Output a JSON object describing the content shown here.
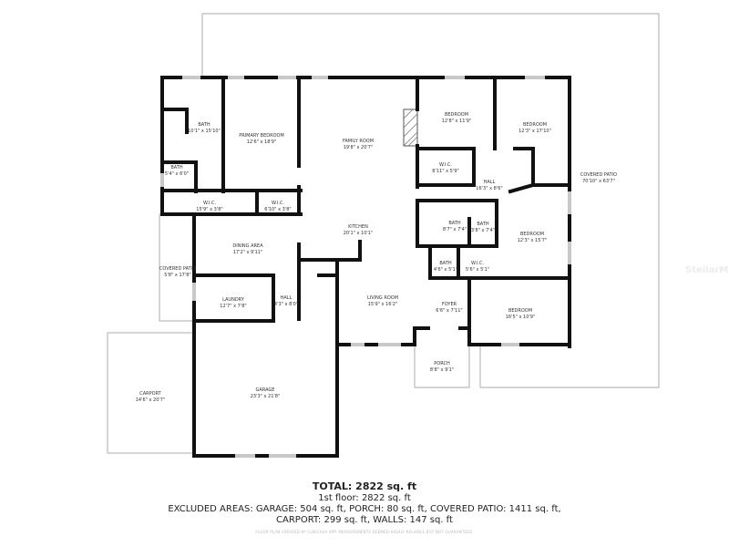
{
  "rooms": {
    "bath1": {
      "name": "BATH",
      "size": "10'1\" x 15'10\""
    },
    "primary_bedroom": {
      "name": "PRIMARY BEDROOM",
      "size": "12'6\" x 18'9\""
    },
    "family_room": {
      "name": "FAMILY ROOM",
      "size": "19'8\" x 20'7\""
    },
    "bedroom1": {
      "name": "BEDROOM",
      "size": "12'8\" x 11'9\""
    },
    "bedroom2": {
      "name": "BEDROOM",
      "size": "12'3\" x 17'10\""
    },
    "covered_patio": {
      "name": "COVERED PATIO",
      "size": "70'10\" x 63'7\""
    },
    "bath2": {
      "name": "BATH",
      "size": "5'4\" x 6'0\""
    },
    "wic1": {
      "name": "W.I.C.",
      "size": "15'9\" x 3'8\""
    },
    "wic2": {
      "name": "W.I.C.",
      "size": "6'10\" x 3'8\""
    },
    "wic3": {
      "name": "W.I.C.",
      "size": "8'11\" x 5'9\""
    },
    "hall1": {
      "name": "HALL",
      "size": "16'3\" x 8'6\""
    },
    "kitchen": {
      "name": "KITCHEN",
      "size": "20'1\" x 10'1\""
    },
    "bath3": {
      "name": "BATH",
      "size": "8'7\" x 7'4\""
    },
    "bath4": {
      "name": "BATH",
      "size": "3'8\" x 7'4\""
    },
    "bedroom3": {
      "name": "BEDROOM",
      "size": "12'3\" x 15'7\""
    },
    "dining": {
      "name": "DINING AREA",
      "size": "17'2\" x 9'11\""
    },
    "covered_patio2": {
      "name": "COVERED PATIO",
      "size": "5'8\" x 17'8\""
    },
    "bath5": {
      "name": "BATH",
      "size": "4'6\" x 5'1\""
    },
    "wic4": {
      "name": "W.I.C.",
      "size": "5'6\" x 5'1\""
    },
    "laundry": {
      "name": "LAUNDRY",
      "size": "12'7\" x 7'8\""
    },
    "hall2": {
      "name": "HALL",
      "size": "4'3\" x 8'0\""
    },
    "living_room": {
      "name": "LIVING ROOM",
      "size": "15'9\" x 16'2\""
    },
    "foyer": {
      "name": "FOYER",
      "size": "6'6\" x 7'11\""
    },
    "bedroom4": {
      "name": "BEDROOM",
      "size": "16'5\" x 10'9\""
    },
    "porch": {
      "name": "PORCH",
      "size": "8'8\" x 9'1\""
    },
    "carport": {
      "name": "CARPORT",
      "size": "14'6\" x 20'7\""
    },
    "garage": {
      "name": "GARAGE",
      "size": "23'3\" x 21'8\""
    }
  },
  "summary": {
    "total": "TOTAL: 2822 sq. ft",
    "floor1": "1st floor: 2822 sq. ft",
    "excluded1": "EXCLUDED AREAS: GARAGE: 504 sq. ft, PORCH: 80 sq. ft, COVERED PATIO: 1411 sq. ft,",
    "excluded2": "CARPORT: 299 sq. ft, WALLS: 147 sq. ft",
    "credit": "FLOOR PLAN CREATED BY CUBICASA APP. MEASUREMENTS DEEMED HIGHLY RELIABLE BUT NOT GUARANTEED."
  },
  "watermark": "StellarMLS"
}
